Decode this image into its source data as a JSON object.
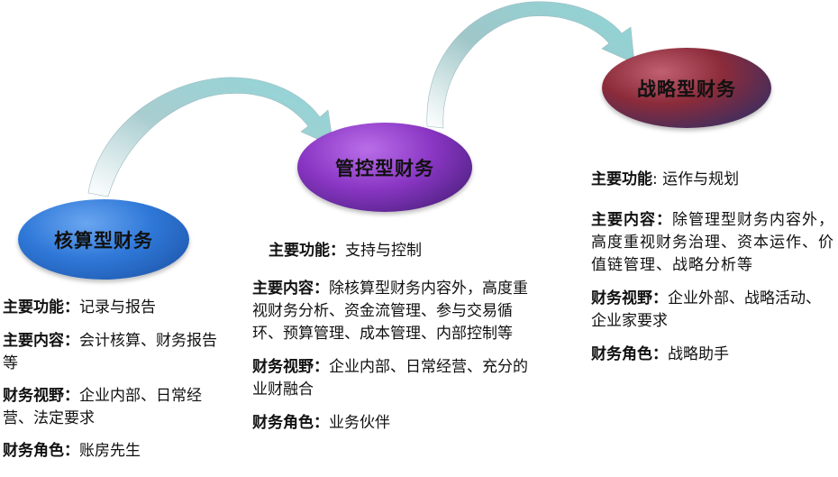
{
  "stages": [
    {
      "title": "核算型财务",
      "function_label": "主要功能：",
      "function_value": "记录与报告",
      "content_label": "主要内容：",
      "content_value": "会计核算、财务报告等",
      "view_label": "财务视野：",
      "view_value": "企业内部、日常经营、法定要求",
      "role_label": "财务角色：",
      "role_value": "账房先生"
    },
    {
      "title": "管控型财务",
      "function_label": "主要功能：",
      "function_value": "支持与控制",
      "content_label": "主要内容：",
      "content_value": "除核算型财务内容外，高度重视财务分析、资金流管理、参与交易循环、预算管理、成本管理、内部控制等",
      "view_label": "财务视野：",
      "view_value": "企业内部、日常经营、充分的业财融合",
      "role_label": "财务角色：",
      "role_value": "业务伙伴"
    },
    {
      "title": "战略型财务",
      "function_label": "主要功能",
      "function_value": ": 运作与规划",
      "content_label": "主要内容：",
      "content_value": "除管理型财务内容外，高度重视财务治理、资本运作、价值链管理、战略分析等",
      "view_label": "财务视野：",
      "view_value": "企业外部、战略活动、企业家要求",
      "role_label": "财务角色：",
      "role_value": "战略助手"
    }
  ],
  "colors": {
    "stage1": "#2f78d8",
    "stage2": "#8a36c4",
    "stage3": "#8c2b3a",
    "arrow": "#a8d8d8"
  }
}
